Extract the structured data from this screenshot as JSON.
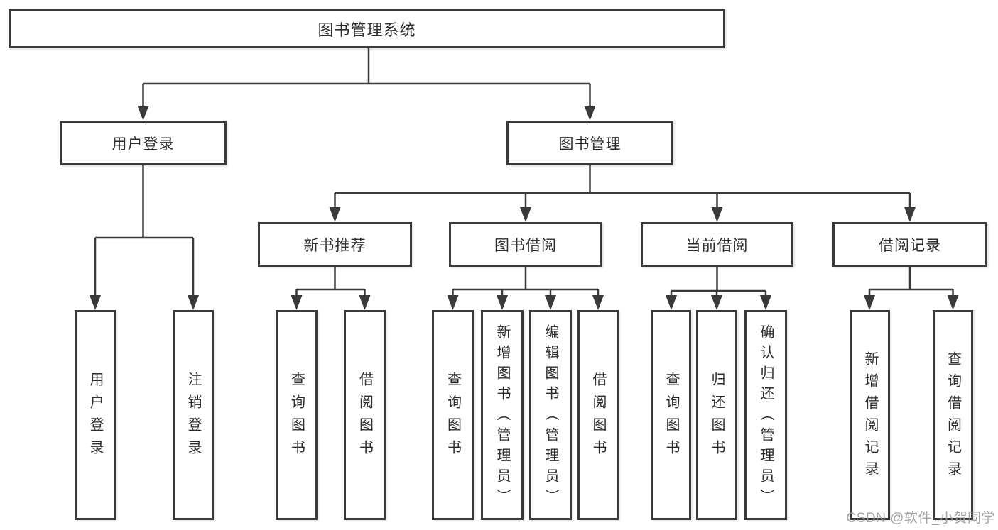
{
  "tree": {
    "label": "图书管理系统",
    "children": [
      {
        "label": "用户登录",
        "children": [
          {
            "label": "用户登录"
          },
          {
            "label": "注销登录"
          }
        ]
      },
      {
        "label": "图书管理",
        "children": [
          {
            "label": "新书推荐",
            "children": [
              {
                "label": "查询图书"
              },
              {
                "label": "借阅图书"
              }
            ]
          },
          {
            "label": "图书借阅",
            "children": [
              {
                "label": "查询图书"
              },
              {
                "label": "新增图书（管理员）"
              },
              {
                "label": "编辑图书（管理员）"
              },
              {
                "label": "借阅图书"
              }
            ]
          },
          {
            "label": "当前借阅",
            "children": [
              {
                "label": "查询图书"
              },
              {
                "label": "归还图书"
              },
              {
                "label": "确认归还（管理员）"
              }
            ]
          },
          {
            "label": "借阅记录",
            "children": [
              {
                "label": "新增借阅记录"
              },
              {
                "label": "查询借阅记录"
              }
            ]
          }
        ]
      }
    ]
  },
  "watermark": {
    "text": "CSDN @软件_小贺同学"
  },
  "colors": {
    "line": "#3a3a3a",
    "text": "#2d2d2d",
    "box_background": "#ffffff",
    "watermark": "#9c9c9c"
  }
}
